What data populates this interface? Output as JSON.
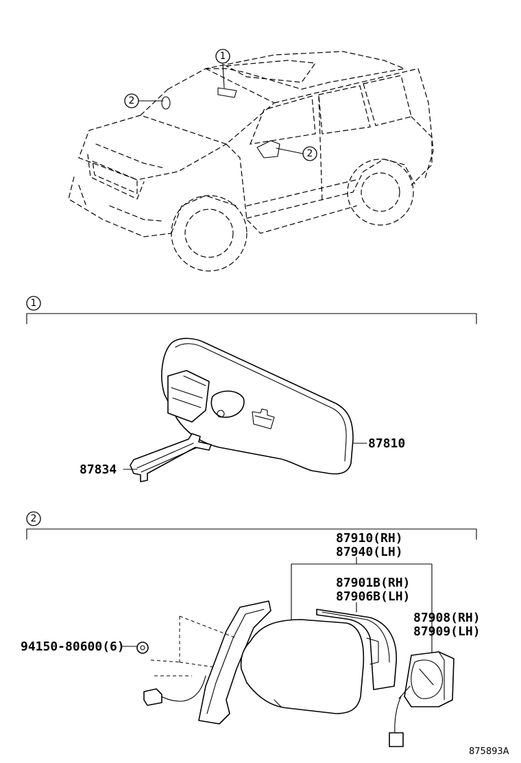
{
  "callouts": {
    "one": "1",
    "two": "2"
  },
  "section1": {
    "number": "1",
    "parts": {
      "mirror": "87810",
      "bracket": "87834"
    }
  },
  "section2": {
    "number": "2",
    "parts": {
      "assy_rh": "87910(RH)",
      "assy_lh": "87940(LH)",
      "mirror_rh": "87901B(RH)",
      "mirror_lh": "87906B(LH)",
      "motor_rh": "87908(RH)",
      "motor_lh": "87909(LH)",
      "nut": "94150-80600(6)"
    }
  },
  "diagram_code": "875893A"
}
